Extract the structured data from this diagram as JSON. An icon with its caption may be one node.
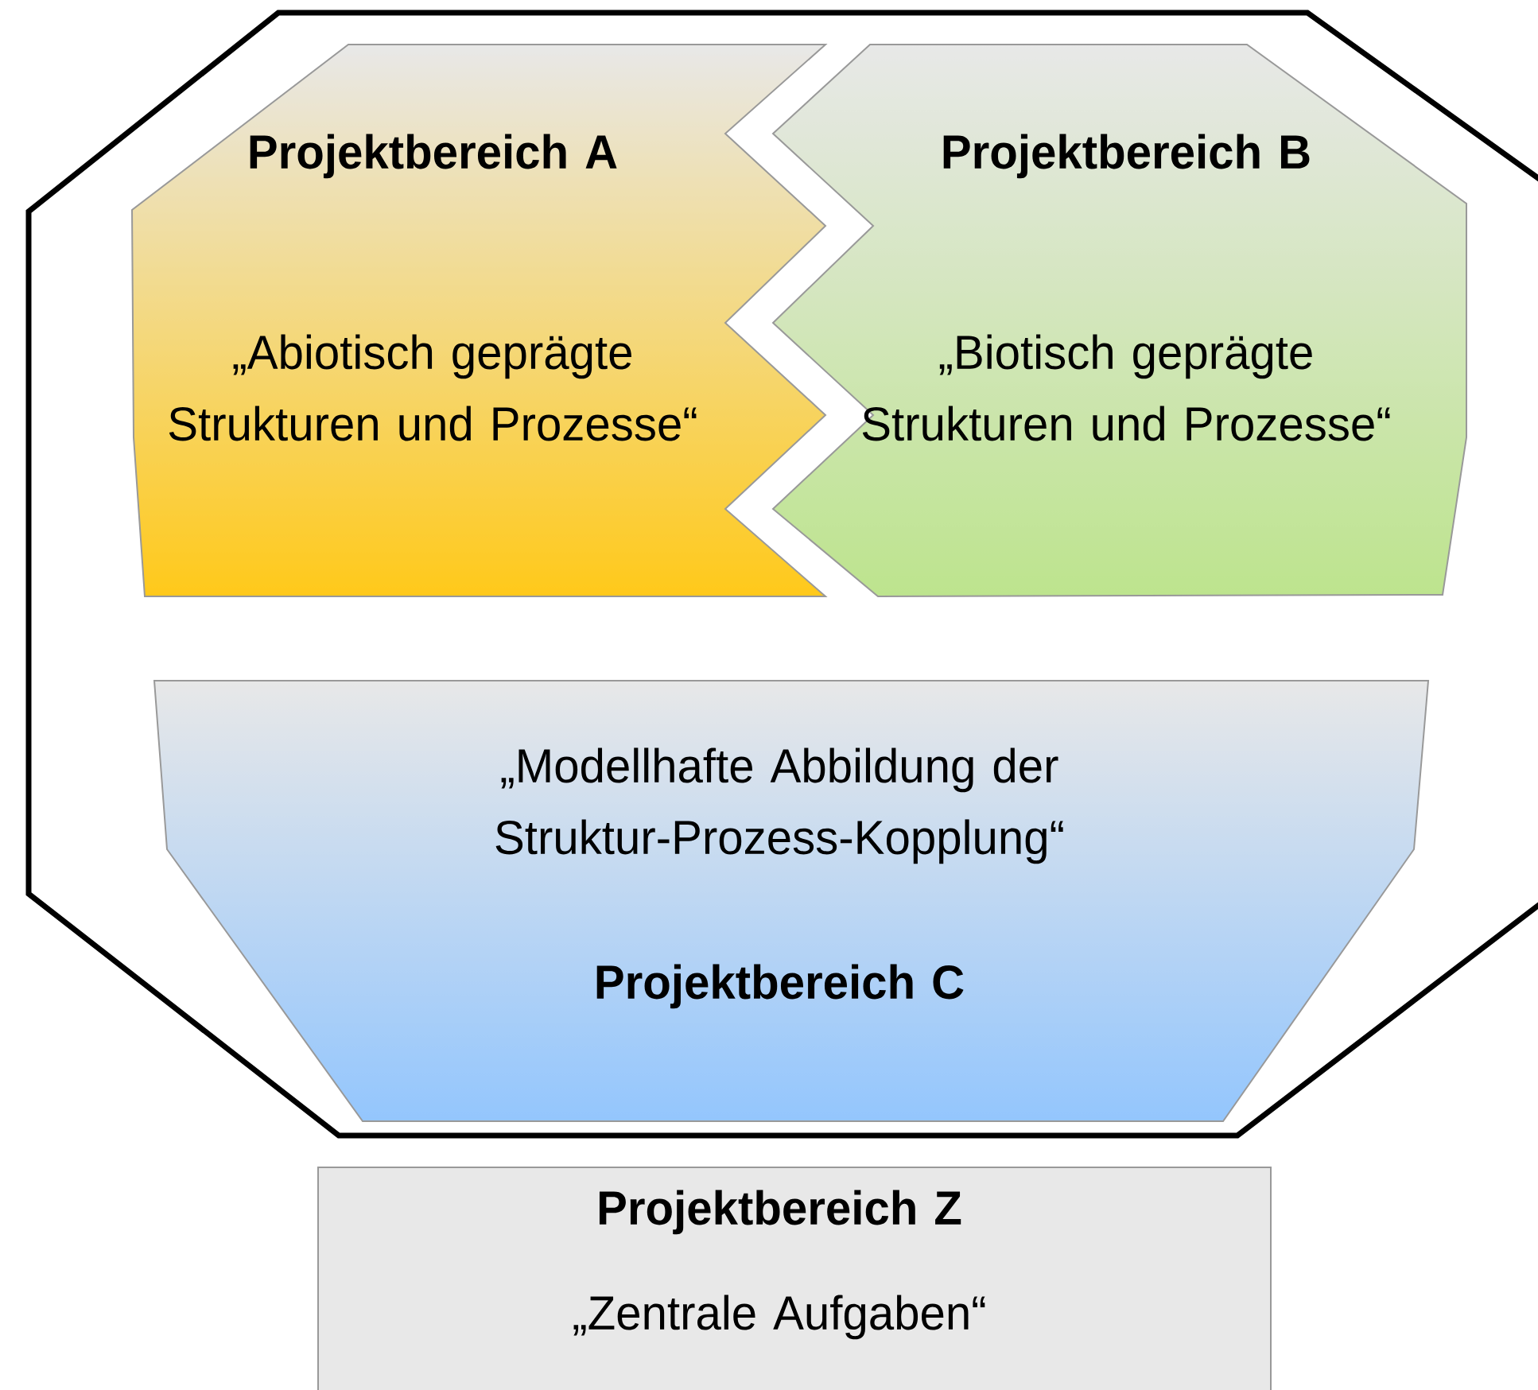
{
  "diagram": {
    "nodes": [
      {
        "text": [],
        "shape": "octagon"
      },
      {
        "text": [
          "Projektbereich A",
          "„Abiotisch geprägte Strukturen und Prozesse“"
        ],
        "in": 0
      },
      {
        "text": [
          "Projektbereich B",
          "„Biotisch geprägte Strukturen und Prozesse“"
        ],
        "in": 0
      },
      {
        "text": [
          "„Modellhafte Abbildung der Struktur-Prozess-Kopplung“",
          "Projektbereich C"
        ],
        "in": 0
      },
      {
        "text": [
          "Projektbereich Z",
          "„Zentrale Aufgaben“"
        ]
      }
    ]
  }
}
